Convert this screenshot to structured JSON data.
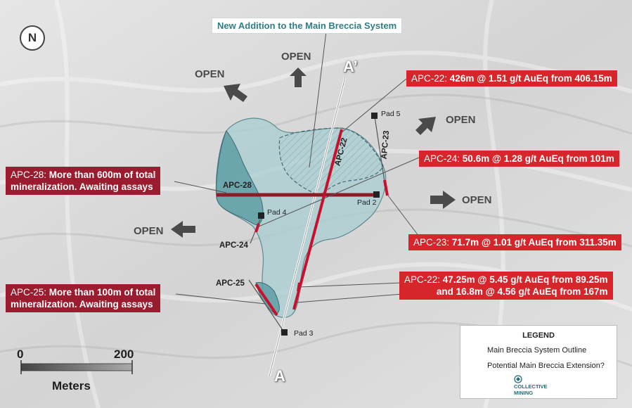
{
  "banner": "New Addition to the Main Breccia System",
  "north_label": "N",
  "callouts": {
    "apc22_top": {
      "hole": "APC-22:",
      "text": "426m @ 1.51 g/t AuEq from 406.15m"
    },
    "apc24": {
      "hole": "APC-24:",
      "text": "50.6m @ 1.28 g/t AuEq from 101m"
    },
    "apc23": {
      "hole": "APC-23:",
      "text": "71.7m @ 1.01 g/t AuEq from 311.35m"
    },
    "apc22_bottom": {
      "hole": "APC-22:",
      "line1": "47.25m @ 5.45 g/t AuEq from 89.25m",
      "line2": "and 16.8m @ 4.56 g/t AuEq from 167m"
    },
    "apc28": {
      "hole": "APC-28:",
      "line1": "More than 600m of total",
      "line2": "mineralization. Awaiting assays"
    },
    "apc25": {
      "hole": "APC-25:",
      "line1": "More than 100m of total",
      "line2": "mineralization. Awaiting assays"
    }
  },
  "open_labels": {
    "nw": "OPEN",
    "n": "OPEN",
    "ne": "OPEN",
    "e": "OPEN",
    "w": "OPEN"
  },
  "pads": {
    "pad5": "Pad 5",
    "pad4": "Pad 4",
    "pad2": "Pad 2",
    "pad3": "Pad 3"
  },
  "holes": {
    "apc22": "APC-22",
    "apc23": "APC-23",
    "apc28": "APC-28",
    "apc24": "APC-24",
    "apc25": "APC-25"
  },
  "section": {
    "top": "A’",
    "bottom": "A"
  },
  "scale": {
    "start": "0",
    "end": "200",
    "unit": "Meters"
  },
  "legend": {
    "title": "LEGEND",
    "item1": "Main Breccia System Outline",
    "item2": "Potential Main Breccia Extension?",
    "logo_line1": "COLLECTIVE",
    "logo_line2": "MINING"
  },
  "colors": {
    "callout_red": "#d7262b",
    "callout_maroon": "#9b1c2e",
    "breccia_fill": "#a9cdd2",
    "extension_fill": "#5f9fa6",
    "drill_red": "#c8102e",
    "banner_text": "#2f7e86"
  }
}
